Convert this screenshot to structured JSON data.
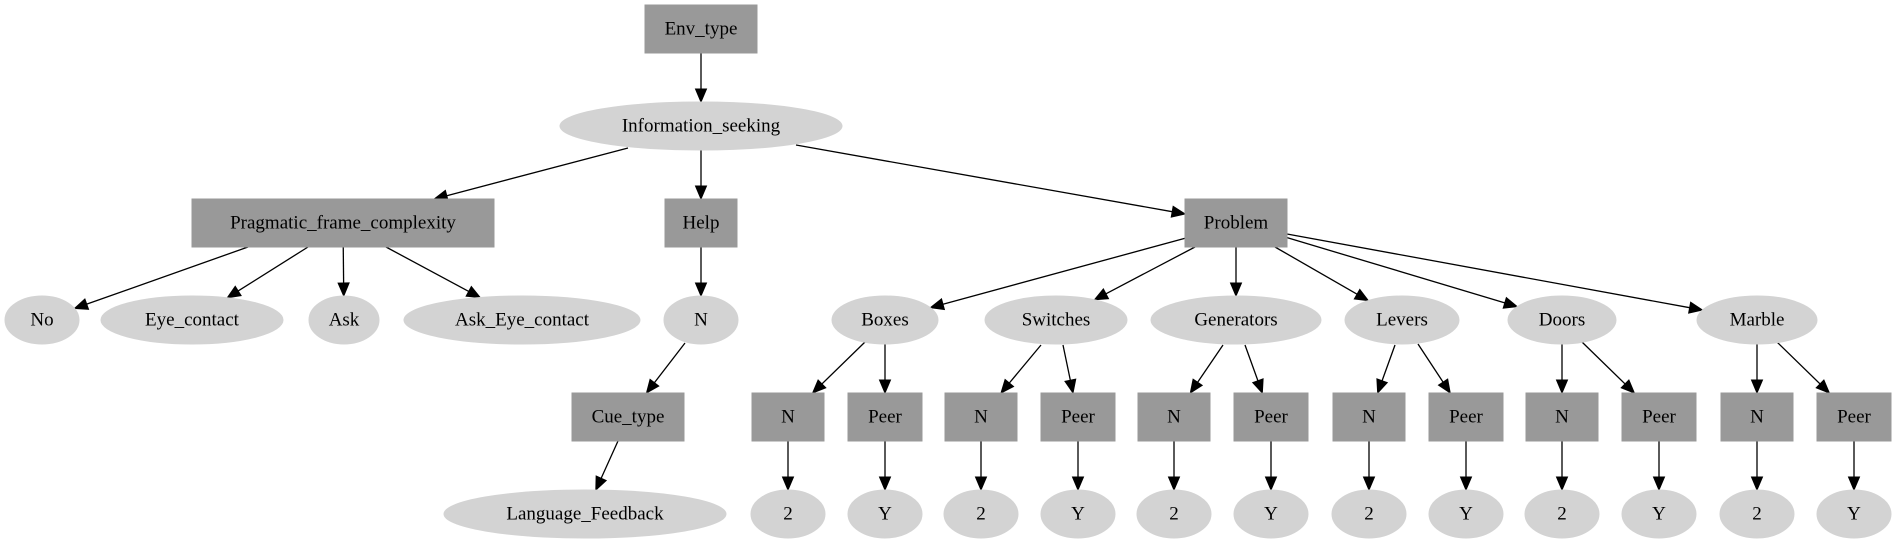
{
  "diagram": {
    "nodes": [
      {
        "id": "env_type",
        "label": "Env_type",
        "shape": "box"
      },
      {
        "id": "information_seeking",
        "label": "Information_seeking",
        "shape": "ellipse"
      },
      {
        "id": "pragmatic_frame_complexity",
        "label": "Pragmatic_frame_complexity",
        "shape": "box"
      },
      {
        "id": "help",
        "label": "Help",
        "shape": "box"
      },
      {
        "id": "problem",
        "label": "Problem",
        "shape": "box"
      },
      {
        "id": "no",
        "label": "No",
        "shape": "ellipse"
      },
      {
        "id": "eye_contact",
        "label": "Eye_contact",
        "shape": "ellipse"
      },
      {
        "id": "ask",
        "label": "Ask",
        "shape": "ellipse"
      },
      {
        "id": "ask_eye_contact",
        "label": "Ask_Eye_contact",
        "shape": "ellipse"
      },
      {
        "id": "help_n",
        "label": "N",
        "shape": "ellipse"
      },
      {
        "id": "cue_type",
        "label": "Cue_type",
        "shape": "box"
      },
      {
        "id": "language_feedback",
        "label": "Language_Feedback",
        "shape": "ellipse"
      },
      {
        "id": "boxes",
        "label": "Boxes",
        "shape": "ellipse"
      },
      {
        "id": "switches",
        "label": "Switches",
        "shape": "ellipse"
      },
      {
        "id": "generators",
        "label": "Generators",
        "shape": "ellipse"
      },
      {
        "id": "levers",
        "label": "Levers",
        "shape": "ellipse"
      },
      {
        "id": "doors",
        "label": "Doors",
        "shape": "ellipse"
      },
      {
        "id": "marble",
        "label": "Marble",
        "shape": "ellipse"
      },
      {
        "id": "boxes_n",
        "label": "N",
        "shape": "box"
      },
      {
        "id": "boxes_peer",
        "label": "Peer",
        "shape": "box"
      },
      {
        "id": "switches_n",
        "label": "N",
        "shape": "box"
      },
      {
        "id": "switches_peer",
        "label": "Peer",
        "shape": "box"
      },
      {
        "id": "generators_n",
        "label": "N",
        "shape": "box"
      },
      {
        "id": "generators_peer",
        "label": "Peer",
        "shape": "box"
      },
      {
        "id": "levers_n",
        "label": "N",
        "shape": "box"
      },
      {
        "id": "levers_peer",
        "label": "Peer",
        "shape": "box"
      },
      {
        "id": "doors_n",
        "label": "N",
        "shape": "box"
      },
      {
        "id": "doors_peer",
        "label": "Peer",
        "shape": "box"
      },
      {
        "id": "marble_n",
        "label": "N",
        "shape": "box"
      },
      {
        "id": "marble_peer",
        "label": "Peer",
        "shape": "box"
      },
      {
        "id": "boxes_2",
        "label": "2",
        "shape": "ellipse"
      },
      {
        "id": "boxes_y",
        "label": "Y",
        "shape": "ellipse"
      },
      {
        "id": "switches_2",
        "label": "2",
        "shape": "ellipse"
      },
      {
        "id": "switches_y",
        "label": "Y",
        "shape": "ellipse"
      },
      {
        "id": "generators_2",
        "label": "2",
        "shape": "ellipse"
      },
      {
        "id": "generators_y",
        "label": "Y",
        "shape": "ellipse"
      },
      {
        "id": "levers_2",
        "label": "2",
        "shape": "ellipse"
      },
      {
        "id": "levers_y",
        "label": "Y",
        "shape": "ellipse"
      },
      {
        "id": "doors_2",
        "label": "2",
        "shape": "ellipse"
      },
      {
        "id": "doors_y",
        "label": "Y",
        "shape": "ellipse"
      },
      {
        "id": "marble_2",
        "label": "2",
        "shape": "ellipse"
      },
      {
        "id": "marble_y",
        "label": "Y",
        "shape": "ellipse"
      }
    ],
    "edges": [
      [
        "env_type",
        "information_seeking"
      ],
      [
        "information_seeking",
        "pragmatic_frame_complexity"
      ],
      [
        "information_seeking",
        "help"
      ],
      [
        "information_seeking",
        "problem"
      ],
      [
        "pragmatic_frame_complexity",
        "no"
      ],
      [
        "pragmatic_frame_complexity",
        "eye_contact"
      ],
      [
        "pragmatic_frame_complexity",
        "ask"
      ],
      [
        "pragmatic_frame_complexity",
        "ask_eye_contact"
      ],
      [
        "help",
        "help_n"
      ],
      [
        "help_n",
        "cue_type"
      ],
      [
        "cue_type",
        "language_feedback"
      ],
      [
        "problem",
        "boxes"
      ],
      [
        "problem",
        "switches"
      ],
      [
        "problem",
        "generators"
      ],
      [
        "problem",
        "levers"
      ],
      [
        "problem",
        "doors"
      ],
      [
        "problem",
        "marble"
      ],
      [
        "boxes",
        "boxes_n"
      ],
      [
        "boxes",
        "boxes_peer"
      ],
      [
        "switches",
        "switches_n"
      ],
      [
        "switches",
        "switches_peer"
      ],
      [
        "generators",
        "generators_n"
      ],
      [
        "generators",
        "generators_peer"
      ],
      [
        "levers",
        "levers_n"
      ],
      [
        "levers",
        "levers_peer"
      ],
      [
        "doors",
        "doors_n"
      ],
      [
        "doors",
        "doors_peer"
      ],
      [
        "marble",
        "marble_n"
      ],
      [
        "marble",
        "marble_peer"
      ],
      [
        "boxes_n",
        "boxes_2"
      ],
      [
        "boxes_peer",
        "boxes_y"
      ],
      [
        "switches_n",
        "switches_2"
      ],
      [
        "switches_peer",
        "switches_y"
      ],
      [
        "generators_n",
        "generators_2"
      ],
      [
        "generators_peer",
        "generators_y"
      ],
      [
        "levers_n",
        "levers_2"
      ],
      [
        "levers_peer",
        "levers_y"
      ],
      [
        "doors_n",
        "doors_2"
      ],
      [
        "doors_peer",
        "doors_y"
      ],
      [
        "marble_n",
        "marble_2"
      ],
      [
        "marble_peer",
        "marble_y"
      ]
    ],
    "colors": {
      "box_fill": "#999999",
      "ellipse_fill": "#d3d3d3",
      "edge": "#000000",
      "text": "#000000"
    }
  }
}
